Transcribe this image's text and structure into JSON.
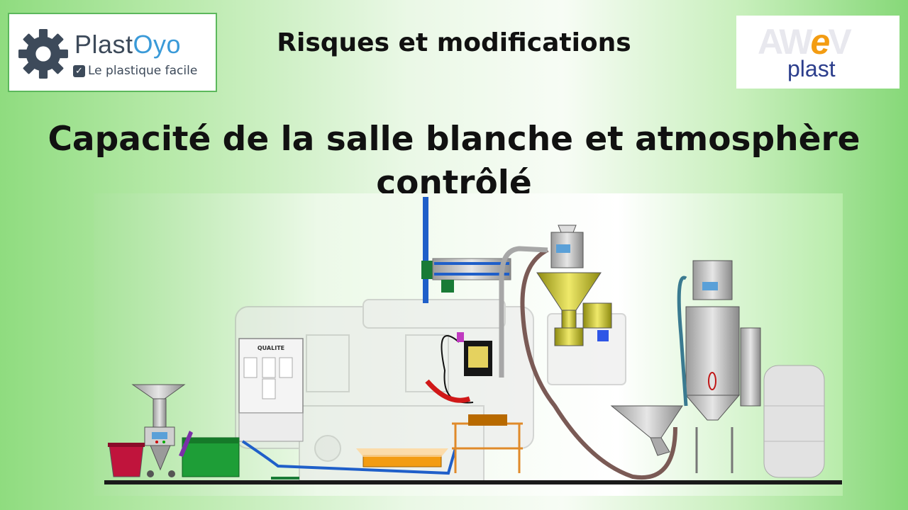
{
  "logo_left": {
    "brand_part1": "Plast",
    "brand_part2": "Oyo",
    "tagline": "Le plastique facile",
    "icon": "gear-icon"
  },
  "header": {
    "title": "Risques et modifications"
  },
  "logo_right": {
    "brand_part1": "AW",
    "brand_part2": "e",
    "brand_part3": "V",
    "sub": "plast"
  },
  "main": {
    "title_line1": "Capacité de la salle blanche et atmosphère",
    "title_line2": "contrôlé"
  },
  "illustration": {
    "cabinet_label": "QUALITE"
  },
  "colors": {
    "accent_green": "#5cb85c",
    "brand_dark": "#3d4a5a",
    "brand_blue": "#3a9ad8",
    "awev_orange": "#f39c12",
    "awev_navy": "#2c3e8c"
  }
}
